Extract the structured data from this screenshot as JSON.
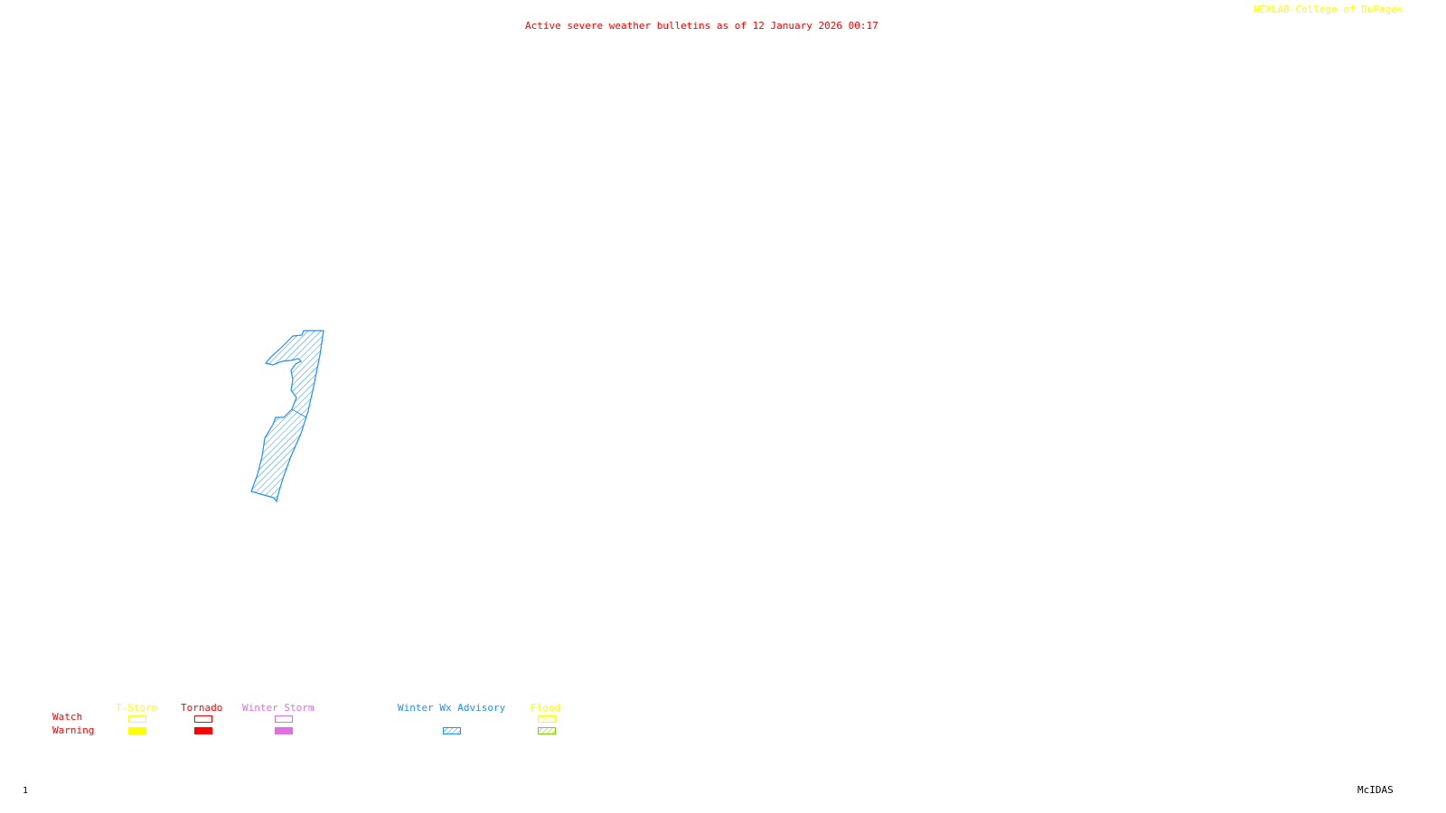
{
  "header": {
    "title": "Active severe weather bulletins as of 12 January 2026 00:17",
    "credit": "NEXLAB-College of DuPage",
    "credit_icon": "arrow-icon"
  },
  "legend": {
    "rows": {
      "watch": "Watch",
      "warning": "Warning"
    },
    "categories": [
      {
        "label": "T-Storm",
        "color": "#ffff00"
      },
      {
        "label": "Tornado",
        "color": "#ff0000"
      },
      {
        "label": "Winter Storm",
        "color": "#e070e0"
      },
      {
        "label": "Winter Wx Advisory",
        "color": "#1e90ff"
      },
      {
        "label": "Flood",
        "color": "#ffff00",
        "warning_color": "#7fd000"
      }
    ]
  },
  "footer": {
    "frame": "1",
    "software": "McIDAS"
  },
  "map": {
    "active_bulletins": [
      {
        "type": "Winter Wx Advisory",
        "color": "#1e90ff"
      }
    ]
  }
}
